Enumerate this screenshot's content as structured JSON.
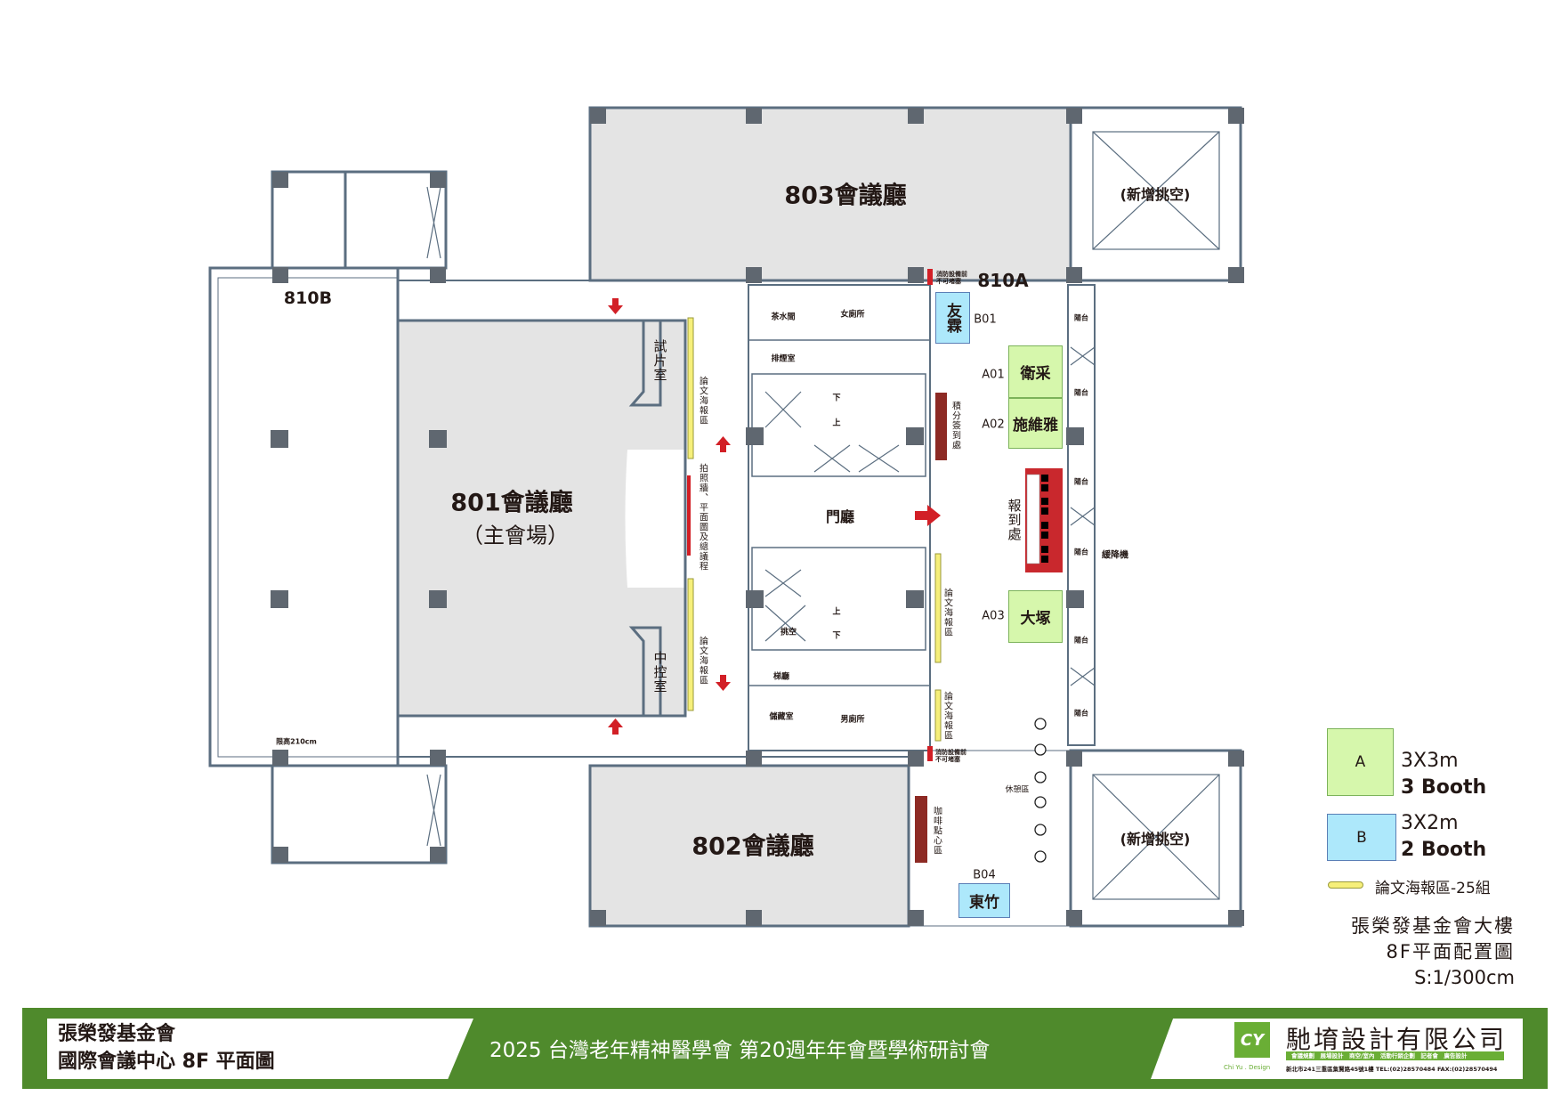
{
  "halls": {
    "h803": "803會議廳",
    "h801": "801會議廳",
    "h801_sub": "（主會場）",
    "h802": "802會議廳",
    "h810a": "810A",
    "h810b": "810B",
    "lobby": "門廳"
  },
  "voids": {
    "top": "(新增挑空)",
    "bottom": "(新增挑空)"
  },
  "rooms": {
    "tea": "茶水間",
    "women": "女廁所",
    "smoke": "排煙室",
    "elevator_hall": "梯廳",
    "storage": "儲藏室",
    "men": "男廁所",
    "atrium": "挑空",
    "preview": "試片室",
    "control": "中控室",
    "down1": "下",
    "up1": "上",
    "up2": "上",
    "down2": "下",
    "ceiling": "限高210cm",
    "rest": "休憩區",
    "escape": "緩降機",
    "balcony": "陽台"
  },
  "zones": {
    "poster": "論文海報區",
    "photo": "拍照牆、平面圖及總議程",
    "points": "積分簽到處",
    "coffee": "咖啡點心區",
    "registration": "報到處",
    "fire_note": "消防設備前不可堵塞"
  },
  "booths": [
    {
      "code": "B01",
      "name": "友霖",
      "type": "B"
    },
    {
      "code": "A01",
      "name": "衛采",
      "type": "A"
    },
    {
      "code": "A02",
      "name": "施維雅",
      "type": "A"
    },
    {
      "code": "A03",
      "name": "大塚",
      "type": "A"
    },
    {
      "code": "B04",
      "name": "東竹",
      "type": "B"
    }
  ],
  "legend": {
    "a_letter": "A",
    "a_size": "3X3m",
    "a_count": "3 Booth",
    "b_letter": "B",
    "b_size": "3X2m",
    "b_count": "2 Booth",
    "poster": "論文海報區-25組",
    "title1": "張榮發基金會大樓",
    "title2": "8F平面配置圖",
    "scale": "S:1/300cm"
  },
  "colors": {
    "booth_a": "#d6f7ac",
    "booth_b": "#ade8fb",
    "brand_green": "#4f8a2c",
    "wall": "#5b6e80",
    "red": "#c9282d"
  },
  "footer": {
    "left1": "張榮發基金會",
    "left2": "國際會議中心 8F 平面圖",
    "center": "2025 台灣老年精神醫學會 第20週年年會暨學術研討會",
    "company": "馳堉設計有限公司",
    "services": "會議規劃　展場設計　商空/室內　活動行銷企劃　記者會　廣告設計",
    "brand_en": "Chi Yu . Design",
    "address": "新北市241三重區集賢路45號1樓 TEL:(02)28570484 FAX:(02)28570494"
  }
}
